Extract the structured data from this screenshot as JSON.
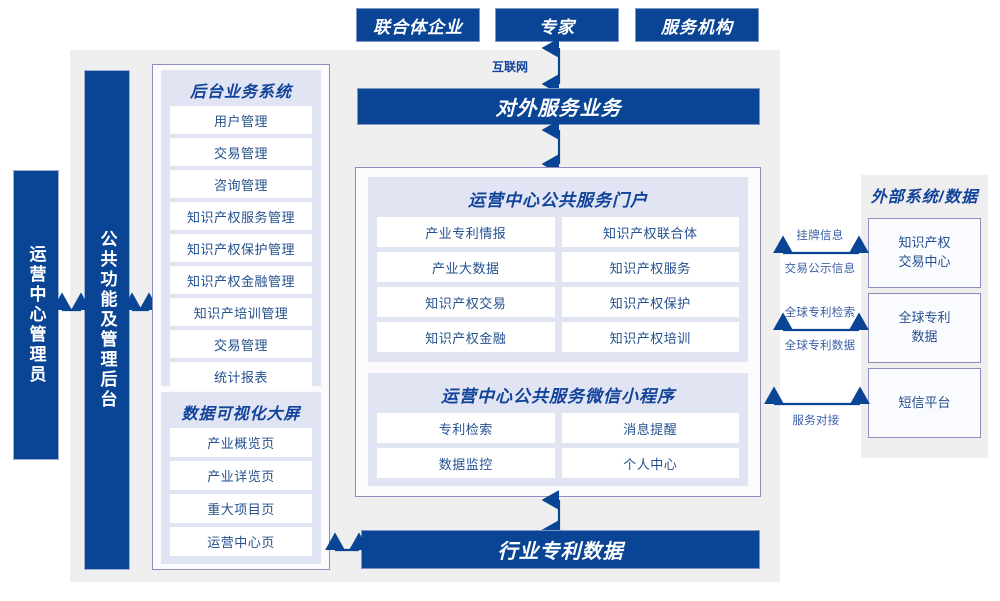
{
  "top_actors": [
    {
      "label": "联合体企业"
    },
    {
      "label": "专家"
    },
    {
      "label": "服务机构"
    }
  ],
  "network_label": "互联网",
  "external_service_bar": "对外服务业务",
  "left_roles": [
    {
      "label": "运营中心管理员"
    },
    {
      "label": "公共功能及管理后台"
    }
  ],
  "backoffice": {
    "title": "后台业务系统",
    "items": [
      {
        "label": "用户管理"
      },
      {
        "label": "交易管理"
      },
      {
        "label": "咨询管理"
      },
      {
        "label": "知识产权服务管理"
      },
      {
        "label": "知识产权保护管理"
      },
      {
        "label": "知识产权金融管理"
      },
      {
        "label": "知识产培训管理"
      },
      {
        "label": "交易管理"
      },
      {
        "label": "统计报表"
      }
    ]
  },
  "visualization": {
    "title": "数据可视化大屏",
    "items": [
      {
        "label": "产业概览页"
      },
      {
        "label": "产业详览页"
      },
      {
        "label": "重大项目页"
      },
      {
        "label": "运营中心页"
      }
    ]
  },
  "portal": {
    "title": "运营中心公共服务门户",
    "items": [
      {
        "label": "产业专利情报"
      },
      {
        "label": "知识产权联合体"
      },
      {
        "label": "产业大数据"
      },
      {
        "label": "知识产权服务"
      },
      {
        "label": "知识产权交易"
      },
      {
        "label": "知识产权保护"
      },
      {
        "label": "知识产权金融"
      },
      {
        "label": "知识产权培训"
      }
    ]
  },
  "miniprogram": {
    "title": "运营中心公共服务微信小程序",
    "items": [
      {
        "label": "专利检索"
      },
      {
        "label": "消息提醒"
      },
      {
        "label": "数据监控"
      },
      {
        "label": "个人中心"
      }
    ]
  },
  "industry_data_bar": "行业专利数据",
  "external": {
    "title": "外部系统/数据",
    "systems": [
      {
        "label": "知识产权\n交易中心",
        "line1": "知识产权",
        "line2": "交易中心"
      },
      {
        "label": "全球专利\n数据",
        "line1": "全球专利",
        "line2": "数据"
      },
      {
        "label": "短信平台",
        "line1": "短信平台",
        "line2": ""
      }
    ],
    "links": [
      {
        "above": "挂牌信息",
        "below": "交易公示信息"
      },
      {
        "above": "全球专利检索",
        "below": "全球专利数据"
      },
      {
        "above": "",
        "below": "服务对接"
      }
    ]
  },
  "colors": {
    "brand_blue": "#0A4595",
    "text_blue": "#24518f",
    "group_bg": "#e1e5f3",
    "panel_gray": "#efefef",
    "frame_border": "#8e8fbe"
  }
}
